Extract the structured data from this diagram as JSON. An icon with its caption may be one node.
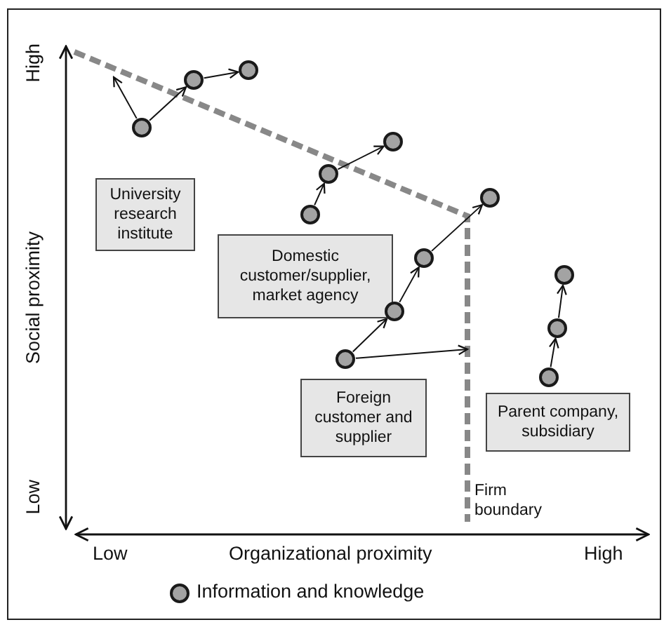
{
  "diagram": {
    "nodes": [
      {
        "text": [
          "University research institute"
        ]
      },
      {
        "text": [
          "Domestic customer/supplier, market agency"
        ]
      },
      {
        "text": [
          "Foreign customer and supplier"
        ]
      },
      {
        "text": [
          "Parent company, subsidiary"
        ]
      },
      {
        "text": [],
        "shape": "circle"
      },
      {
        "text": [],
        "shape": "circle"
      },
      {
        "text": [],
        "shape": "circle"
      },
      {
        "text": [],
        "shape": "circle"
      },
      {
        "text": [],
        "shape": "circle"
      },
      {
        "text": [],
        "shape": "circle"
      },
      {
        "text": [],
        "shape": "circle"
      },
      {
        "text": [],
        "shape": "circle"
      },
      {
        "text": [],
        "shape": "circle"
      },
      {
        "text": [],
        "shape": "circle"
      },
      {
        "text": [],
        "shape": "circle"
      },
      {
        "text": [],
        "shape": "circle"
      },
      {
        "text": [],
        "shape": "circle"
      }
    ],
    "edges": [
      {
        "from": 4,
        "to": null,
        "arrow": "to"
      },
      {
        "from": 4,
        "to": 5,
        "arrow": "to"
      },
      {
        "from": 5,
        "to": 6,
        "arrow": "to"
      },
      {
        "from": 7,
        "to": 8,
        "arrow": "to"
      },
      {
        "from": 8,
        "to": 9,
        "arrow": "to"
      },
      {
        "from": 10,
        "to": 11,
        "arrow": "to"
      },
      {
        "from": 11,
        "to": 12,
        "arrow": "to"
      },
      {
        "from": 12,
        "to": 13,
        "arrow": "to"
      },
      {
        "from": 10,
        "to": null,
        "arrow": "to"
      },
      {
        "from": 14,
        "to": 15,
        "arrow": "to"
      },
      {
        "from": 15,
        "to": 16,
        "arrow": "to"
      }
    ],
    "labels": [
      "High",
      "Social proximity",
      "Low",
      "Firm boundary",
      "Low",
      "Organizational proximity",
      "High"
    ],
    "legend": [
      {
        "text": "Information and knowledge"
      }
    ]
  }
}
